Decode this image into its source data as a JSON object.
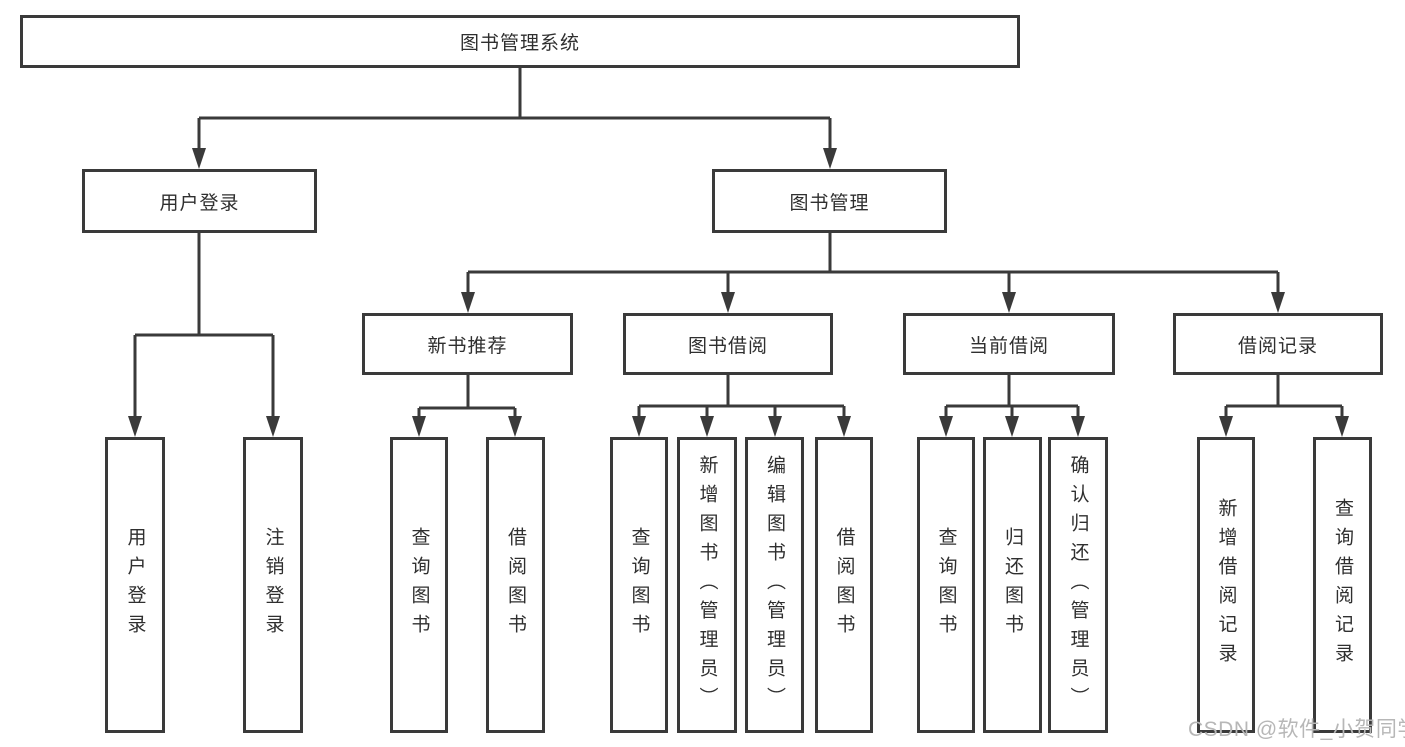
{
  "root": {
    "label": "图书管理系统"
  },
  "level2": {
    "user_login": {
      "label": "用户登录"
    },
    "book_management": {
      "label": "图书管理"
    }
  },
  "level3": {
    "new_book_recommend": {
      "label": "新书推荐"
    },
    "book_borrowing": {
      "label": "图书借阅"
    },
    "current_borrowing": {
      "label": "当前借阅"
    },
    "borrowing_records": {
      "label": "借阅记录"
    }
  },
  "leaves": {
    "user_login": {
      "label": "用户登录"
    },
    "logout": {
      "label": "注销登录"
    },
    "recommend_query_books": {
      "label": "查询图书"
    },
    "recommend_borrow_books": {
      "label": "借阅图书"
    },
    "borrow_query_books": {
      "label": "查询图书"
    },
    "borrow_add_books": {
      "label": "新增图书（管理员）"
    },
    "borrow_edit_books": {
      "label": "编辑图书（管理员）"
    },
    "borrow_borrow_books": {
      "label": "借阅图书"
    },
    "current_query_books": {
      "label": "查询图书"
    },
    "current_return_books": {
      "label": "归还图书"
    },
    "current_confirm_return": {
      "label": "确认归还（管理员）"
    },
    "records_add_record": {
      "label": "新增借阅记录"
    },
    "records_query_record": {
      "label": "查询借阅记录"
    }
  },
  "watermark": {
    "text": "CSDN @软件_小贺同学"
  },
  "colors": {
    "line": "#3a3a3a",
    "text": "#2f2f2f",
    "watermark": "#b7b7b7",
    "background": "#ffffff"
  }
}
